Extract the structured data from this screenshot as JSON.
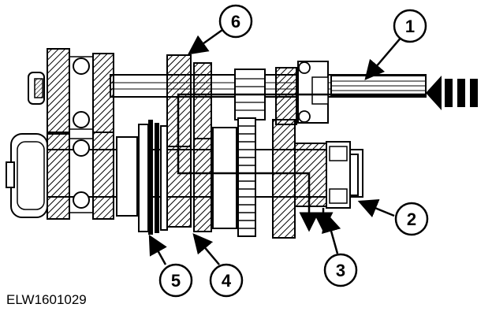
{
  "figure_code": "ELW1601029",
  "callouts": [
    {
      "label": "1"
    },
    {
      "label": "2"
    },
    {
      "label": "3"
    },
    {
      "label": "4"
    },
    {
      "label": "5"
    },
    {
      "label": "6"
    }
  ],
  "colors": {
    "ink": "#000000",
    "paper": "#ffffff"
  }
}
